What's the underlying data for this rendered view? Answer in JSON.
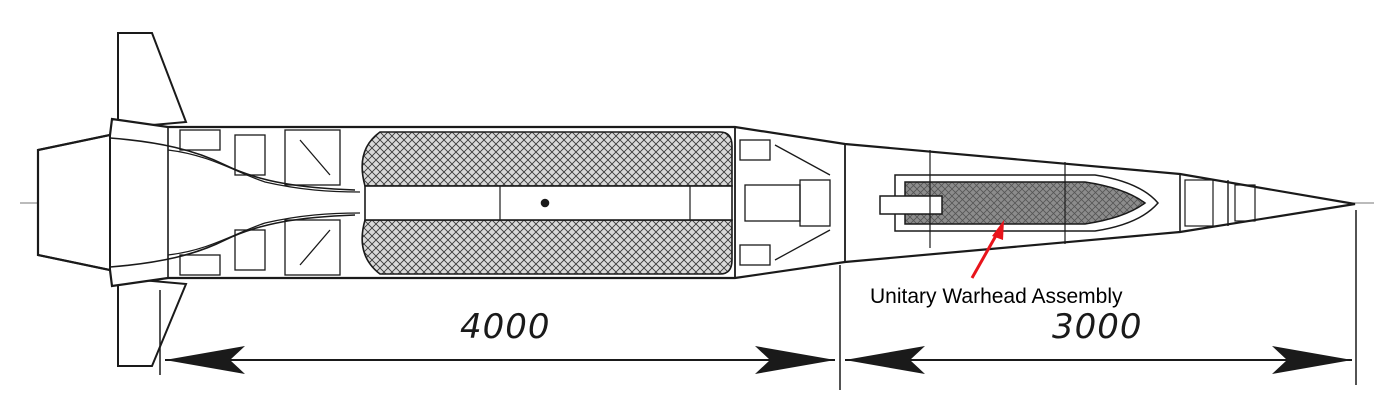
{
  "diagram": {
    "annotation": "Unitary Warhead Assembly",
    "dimensions": {
      "aft_section": "4000",
      "fore_section": "3000"
    },
    "colors": {
      "line": "#1a1a1a",
      "hatch": "#3a3a3a",
      "warhead_fill": "#8c8c8c",
      "pointer_arrow": "#e8141b"
    }
  }
}
